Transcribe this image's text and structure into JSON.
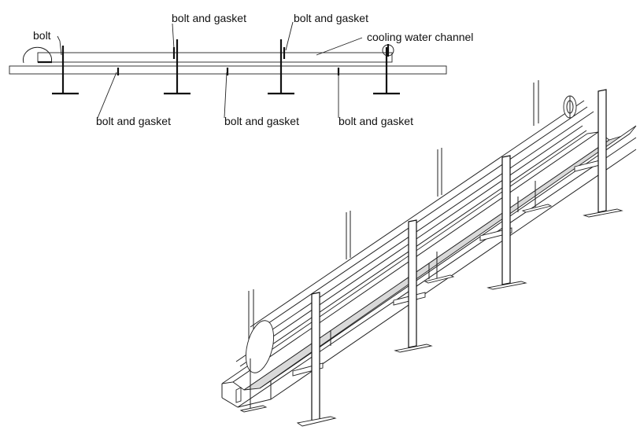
{
  "labels": {
    "bolt": "bolt",
    "bolt_and_gasket": "bolt and gasket",
    "cooling_water_channel": "cooling water channel"
  },
  "colors": {
    "line": "#222222",
    "background": "#ffffff",
    "shade": "#d9d9d9"
  }
}
